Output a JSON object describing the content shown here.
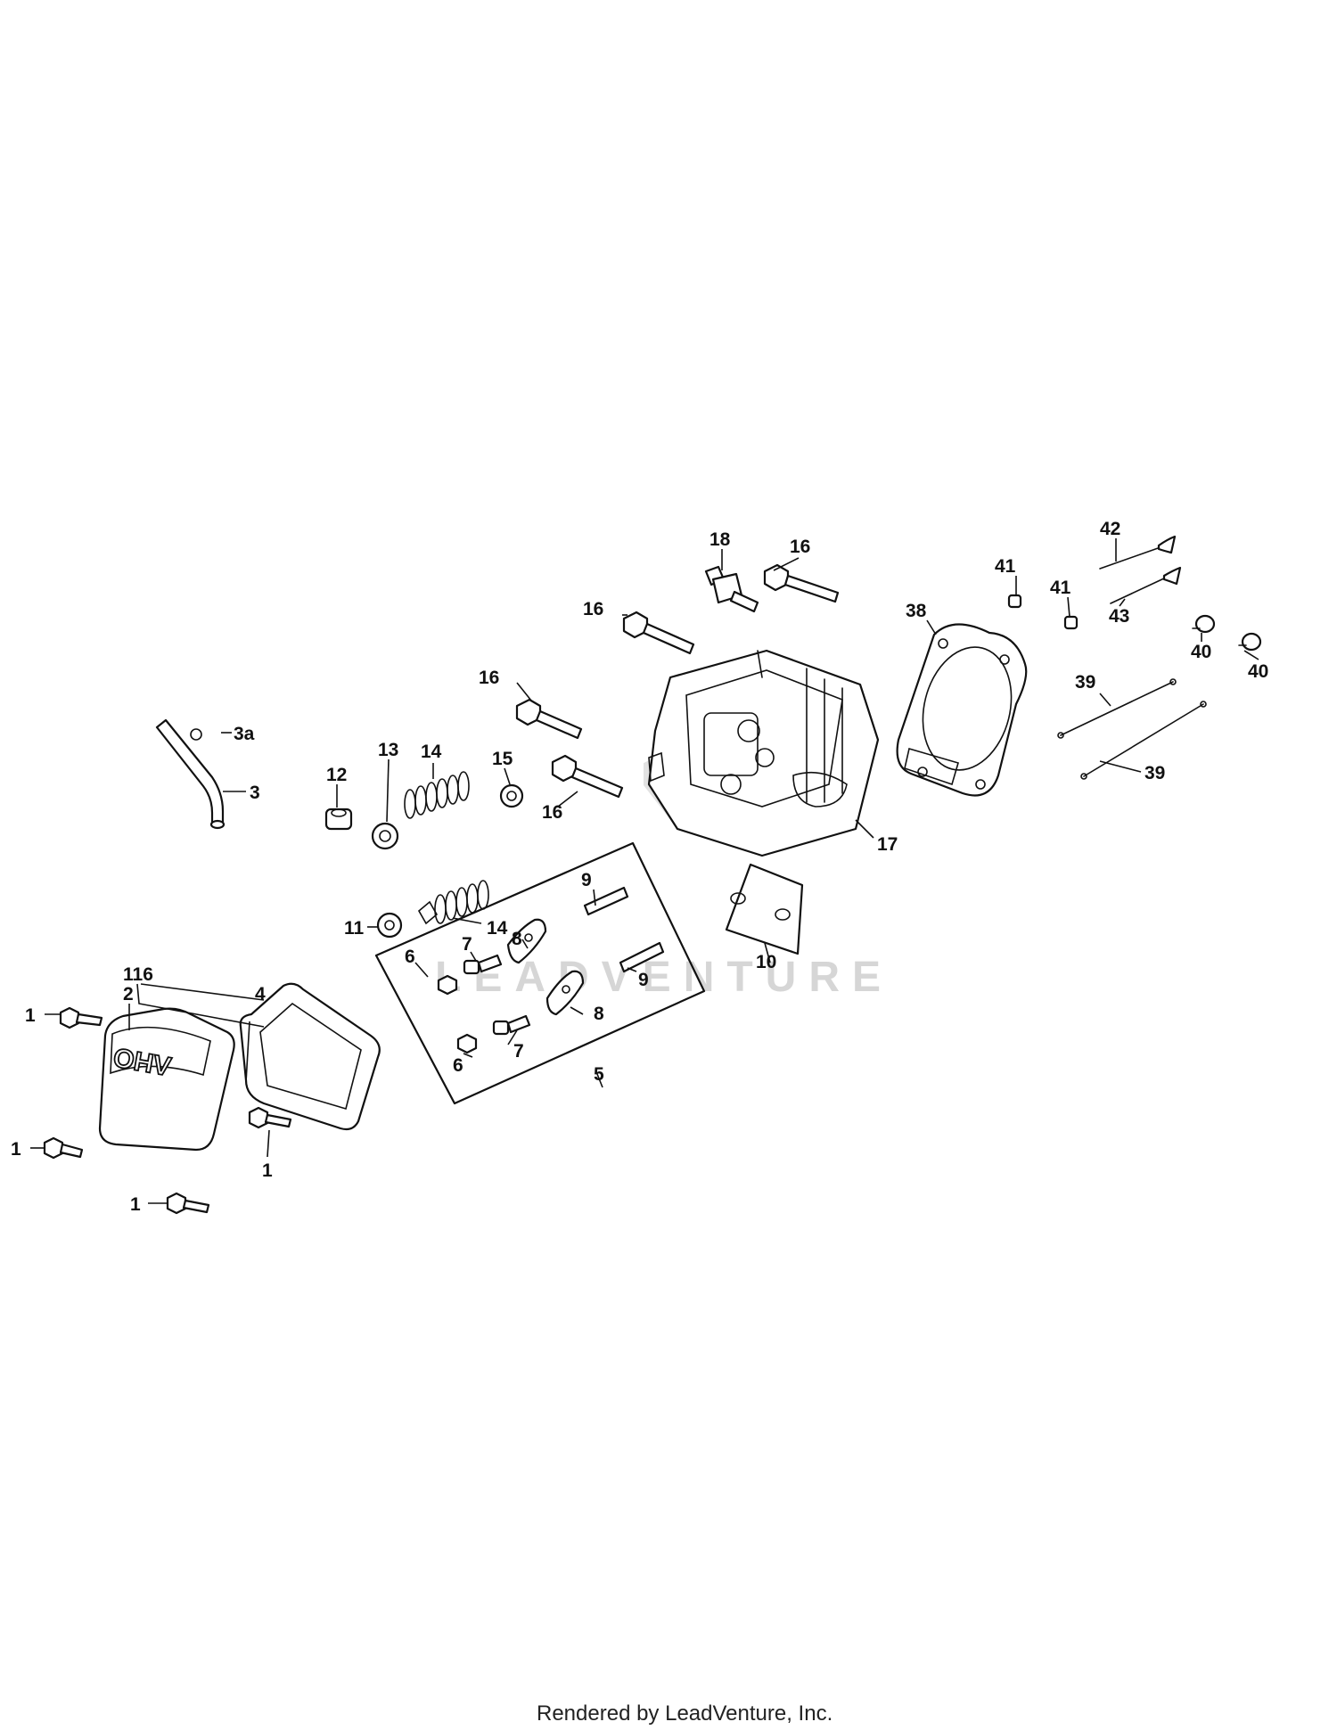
{
  "diagram": {
    "callouts": {
      "c_116": "116",
      "c_1a": "1",
      "c_1b": "1",
      "c_1c": "1",
      "c_1d": "1",
      "c_2": "2",
      "c_3": "3",
      "c_3a": "3a",
      "c_4": "4",
      "c_5": "5",
      "c_6a": "6",
      "c_6b": "6",
      "c_7a": "7",
      "c_7b": "7",
      "c_8a": "8",
      "c_8b": "8",
      "c_9a": "9",
      "c_9b": "9",
      "c_10": "10",
      "c_11": "11",
      "c_12": "12",
      "c_13": "13",
      "c_14a": "14",
      "c_14b": "14",
      "c_15": "15",
      "c_16a": "16",
      "c_16b": "16",
      "c_16c": "16",
      "c_16d": "16",
      "c_17": "17",
      "c_18": "18",
      "c_38": "38",
      "c_39a": "39",
      "c_39b": "39",
      "c_40a": "40",
      "c_40b": "40",
      "c_41a": "41",
      "c_41b": "41",
      "c_42": "42",
      "c_43": "43"
    },
    "cover_marking": "OHV",
    "watermark": "LEADVENTURE",
    "footer": "Rendered by LeadVenture, Inc."
  },
  "colors": {
    "line": "#111111",
    "watermark": "#d6d6d6",
    "background": "#ffffff"
  }
}
